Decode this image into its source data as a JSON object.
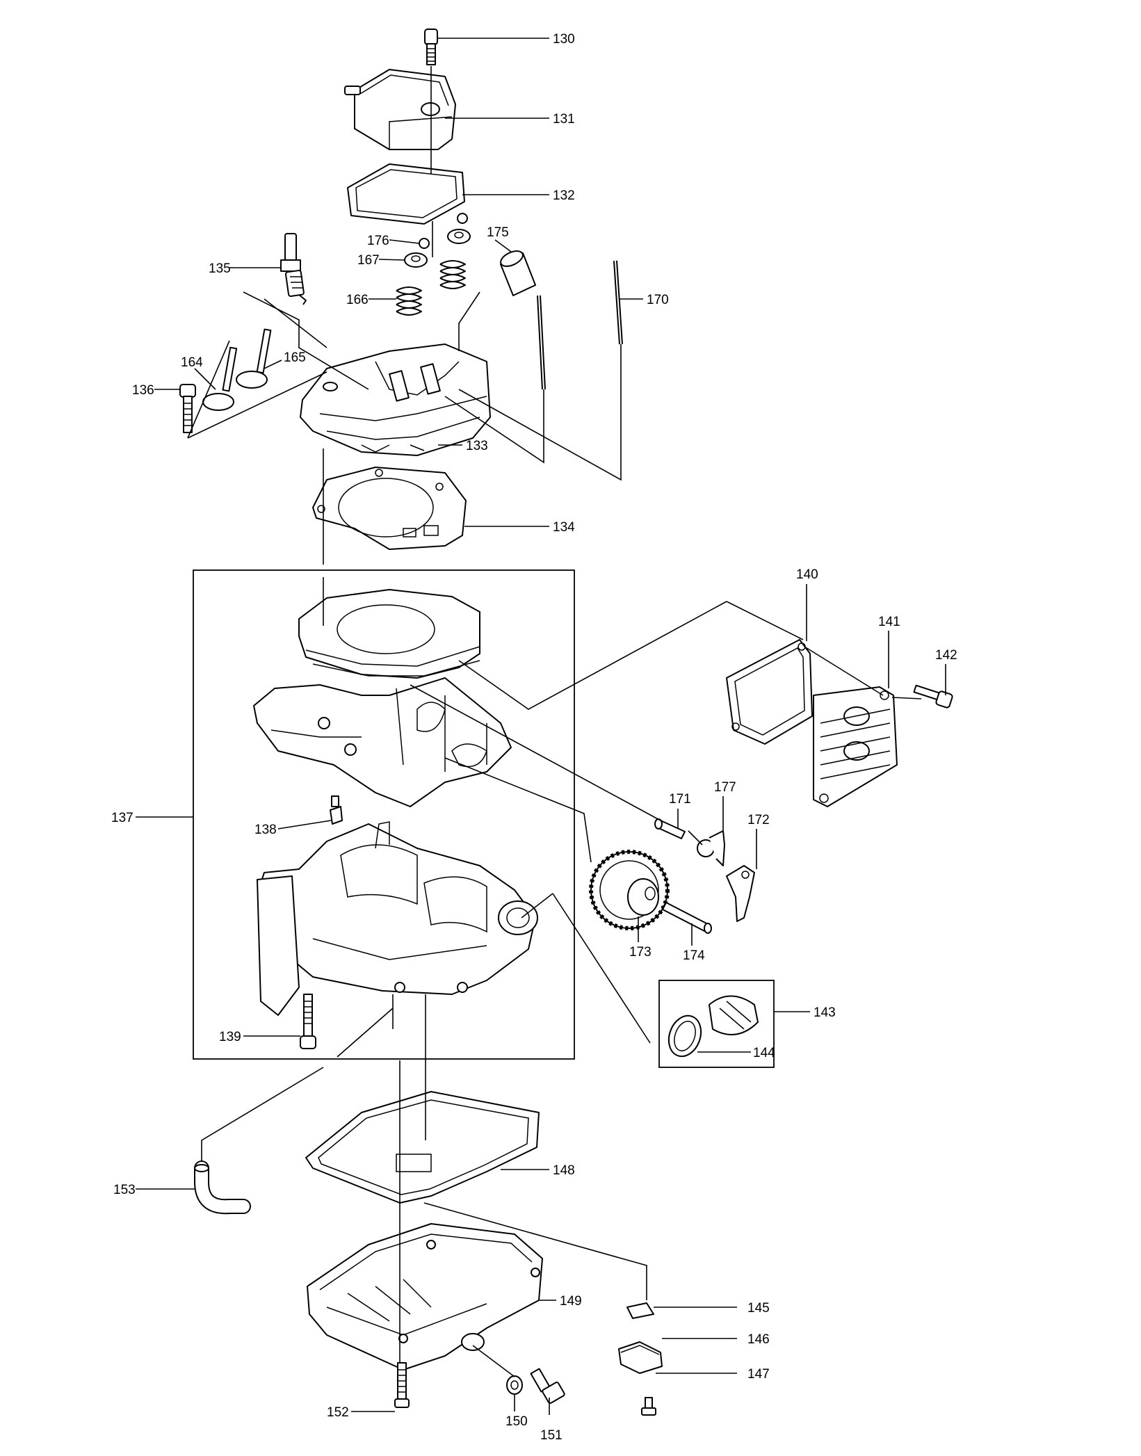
{
  "parts": {
    "p130": "130",
    "p131": "131",
    "p132": "132",
    "p133": "133",
    "p134": "134",
    "p135": "135",
    "p136": "136",
    "p137": "137",
    "p138": "138",
    "p139": "139",
    "p140": "140",
    "p141": "141",
    "p142": "142",
    "p143": "143",
    "p144": "144",
    "p145": "145",
    "p146": "146",
    "p147": "147",
    "p148": "148",
    "p149": "149",
    "p150": "150",
    "p151": "151",
    "p152": "152",
    "p153": "153",
    "p164": "164",
    "p165": "165",
    "p166": "166",
    "p167": "167",
    "p170": "170",
    "p171": "171",
    "p172": "172",
    "p173": "173",
    "p174": "174",
    "p175": "175",
    "p176": "176",
    "p177": "177"
  }
}
